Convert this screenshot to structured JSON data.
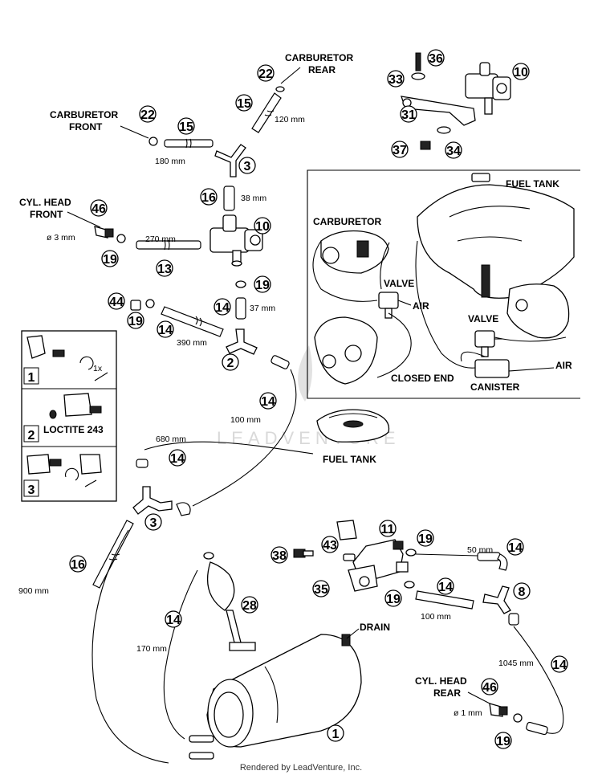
{
  "labels": {
    "carb_rear": [
      "CARBURETOR",
      "REAR"
    ],
    "carb_front": [
      "CARBURETOR",
      "FRONT"
    ],
    "cyl_head_front": [
      "CYL. HEAD",
      "FRONT"
    ],
    "cyl_head_rear": [
      "CYL. HEAD",
      "REAR"
    ],
    "fuel_tank": "FUEL TANK",
    "drain": "DRAIN",
    "inset_fuel_tank": "FUEL TANK",
    "inset_carburetor": "CARBURETOR",
    "inset_valve_1": "VALVE",
    "inset_valve_2": "VALVE",
    "inset_air_1": "AIR",
    "inset_air_2": "AIR",
    "inset_closed_end": "CLOSED END",
    "inset_canister": "CANISTER"
  },
  "dimensions": {
    "d120": "120 mm",
    "d180": "180 mm",
    "d38": "38 mm",
    "d3mm": "ø 3 mm",
    "d270": "270 mm",
    "d37": "37 mm",
    "d390": "390 mm",
    "d100a": "100 mm",
    "d680": "680 mm",
    "d900": "900 mm",
    "d170": "170 mm",
    "d50": "50 mm",
    "d100b": "100 mm",
    "d1045": "1045 mm",
    "d1mm": "ø 1 mm"
  },
  "callouts": {
    "c22a": "22",
    "c36": "36",
    "c10a": "10",
    "c33": "33",
    "c15a": "15",
    "c22b": "22",
    "c15b": "15",
    "c31": "31",
    "c3a": "3",
    "c37": "37",
    "c34": "34",
    "c16a": "16",
    "c46a": "46",
    "c10b": "10",
    "c19a": "19",
    "c13": "13",
    "c19b": "19",
    "c44": "44",
    "c14a": "14",
    "c19c": "19",
    "c14b": "14",
    "c2": "2",
    "c14c": "14",
    "c14d": "14",
    "c3b": "3",
    "c16b": "16",
    "c11": "11",
    "c19d": "19",
    "c38": "38",
    "c43": "43",
    "c14e": "14",
    "c35": "35",
    "c14f": "14",
    "c19e": "19",
    "c8": "8",
    "c28": "28",
    "c14g": "14",
    "c46b": "46",
    "c14h": "14",
    "c19f": "19",
    "c1": "1"
  },
  "legend": {
    "step1": {
      "number": "1",
      "note": "1x"
    },
    "step2": {
      "number": "2",
      "note": "LOCTITE 243"
    },
    "step3": {
      "number": "3"
    }
  },
  "watermark": "LEADVENTURE",
  "footer": "Rendered by LeadVenture, Inc."
}
